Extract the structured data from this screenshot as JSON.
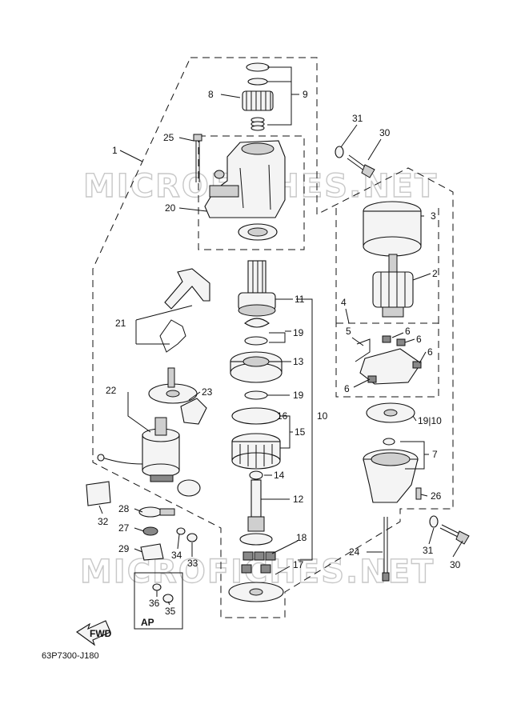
{
  "diagram_code": "63P7300-J180",
  "watermark": [
    "MICROFICHES.NET",
    "MICROFICHES.NET"
  ],
  "fwd_label": "FWD",
  "inset_label": "AP",
  "callouts": [
    {
      "id": "c1",
      "text": "1"
    },
    {
      "id": "c2",
      "text": "2"
    },
    {
      "id": "c3",
      "text": "3"
    },
    {
      "id": "c4",
      "text": "4"
    },
    {
      "id": "c5",
      "text": "5"
    },
    {
      "id": "c6a",
      "text": "6"
    },
    {
      "id": "c6b",
      "text": "6"
    },
    {
      "id": "c6c",
      "text": "6"
    },
    {
      "id": "c6d",
      "text": "6"
    },
    {
      "id": "c7",
      "text": "7"
    },
    {
      "id": "c8",
      "text": "8"
    },
    {
      "id": "c9",
      "text": "9"
    },
    {
      "id": "c10a",
      "text": "10"
    },
    {
      "id": "c10b",
      "text": "19|10"
    },
    {
      "id": "c11",
      "text": "11"
    },
    {
      "id": "c12",
      "text": "12"
    },
    {
      "id": "c13",
      "text": "13"
    },
    {
      "id": "c14",
      "text": "14"
    },
    {
      "id": "c15",
      "text": "15"
    },
    {
      "id": "c16",
      "text": "16"
    },
    {
      "id": "c17",
      "text": "17"
    },
    {
      "id": "c18",
      "text": "18"
    },
    {
      "id": "c19a",
      "text": "19"
    },
    {
      "id": "c19b",
      "text": "19"
    },
    {
      "id": "c20",
      "text": "20"
    },
    {
      "id": "c21",
      "text": "21"
    },
    {
      "id": "c22",
      "text": "22"
    },
    {
      "id": "c23",
      "text": "23"
    },
    {
      "id": "c24",
      "text": "24"
    },
    {
      "id": "c25",
      "text": "25"
    },
    {
      "id": "c26",
      "text": "26"
    },
    {
      "id": "c27",
      "text": "27"
    },
    {
      "id": "c28",
      "text": "28"
    },
    {
      "id": "c29",
      "text": "29"
    },
    {
      "id": "c30a",
      "text": "30"
    },
    {
      "id": "c30b",
      "text": "30"
    },
    {
      "id": "c31a",
      "text": "31"
    },
    {
      "id": "c31b",
      "text": "31"
    },
    {
      "id": "c32",
      "text": "32"
    },
    {
      "id": "c33",
      "text": "33"
    },
    {
      "id": "c34",
      "text": "34"
    },
    {
      "id": "c35",
      "text": "35"
    },
    {
      "id": "c36",
      "text": "36"
    }
  ]
}
